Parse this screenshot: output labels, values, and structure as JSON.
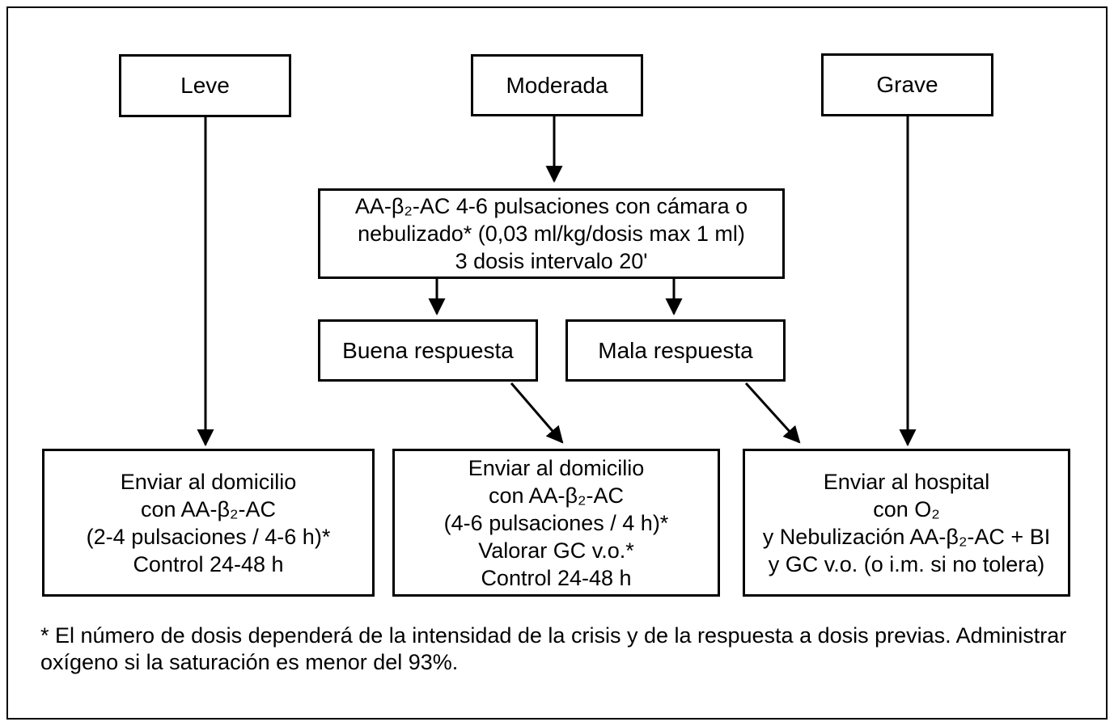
{
  "page": {
    "background_color": "#ffffff",
    "line_color": "#000000",
    "text_color": "#000000"
  },
  "nodes": {
    "leve": {
      "label": "Leve"
    },
    "moderada": {
      "label": "Moderada"
    },
    "grave": {
      "label": "Grave"
    },
    "aa_treatment": {
      "lines": [
        "AA-β₂-AC 4-6 pulsaciones con cámara o",
        "nebulizado* (0,03 ml/kg/dosis max 1 ml)",
        "3 dosis intervalo 20'"
      ]
    },
    "buena_respuesta": {
      "label": "Buena respuesta"
    },
    "mala_respuesta": {
      "label": "Mala respuesta"
    },
    "home_mild": {
      "lines": [
        "Enviar al domicilio",
        "con AA-β₂-AC",
        "(2-4 pulsaciones / 4-6 h)*",
        "Control 24-48 h"
      ]
    },
    "home_moderate": {
      "lines": [
        "Enviar al domicilio",
        "con AA-β₂-AC",
        "(4-6 pulsaciones / 4 h)*",
        "Valorar GC v.o.*",
        "Control 24-48 h"
      ]
    },
    "hospital": {
      "lines": [
        "Enviar al hospital",
        "con O₂",
        "y Nebulización AA-β₂-AC + BI",
        "y GC v.o. (o i.m. si no tolera)"
      ]
    }
  },
  "footnote": {
    "lines": [
      "* El número de dosis dependerá de la intensidad de la crisis y de la respuesta a dosis previas.",
      "Administrar oxígeno si la saturación es menor del 93%."
    ]
  }
}
